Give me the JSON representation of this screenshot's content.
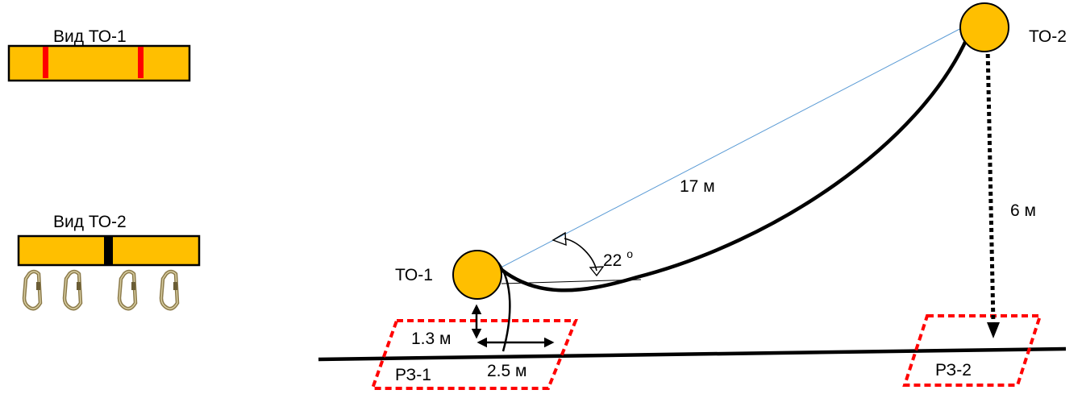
{
  "colors": {
    "anchor_fill": "#FFBF00",
    "anchor_stroke": "#000000",
    "marker_red": "#FF0000",
    "zone_dash": "#FF0000",
    "guide_line": "#5B9BD5",
    "ink": "#000000",
    "carabiner_metal": "#8B7A4A"
  },
  "legend": {
    "view_to1": "Вид ТО-1",
    "view_to2": "Вид ТО-2"
  },
  "anchors": {
    "to1": "ТО-1",
    "to2": "ТО-2"
  },
  "measurements": {
    "span": "17 м",
    "drop": "6 м",
    "angle_value": "22",
    "angle_unit": "о",
    "clearance": "1.3 м",
    "offset": "2.5 м"
  },
  "zones": {
    "rz1": "РЗ-1",
    "rz2": "РЗ-2"
  },
  "icons": {
    "carabiner": "carabiner-icon",
    "curved_arrow": "curved-arrow-icon",
    "double_arrow": "double-arrow-icon"
  }
}
